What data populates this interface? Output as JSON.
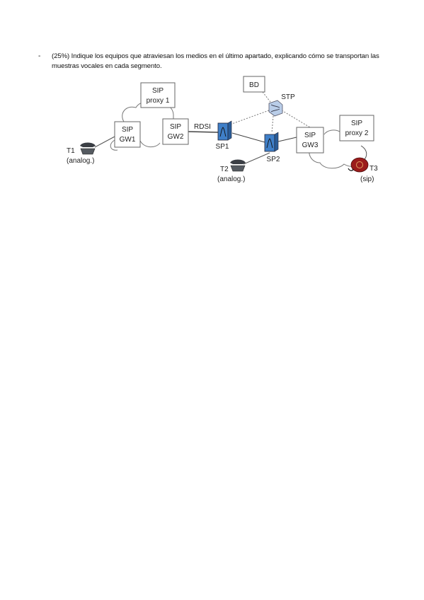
{
  "question": {
    "bullet": "-",
    "text": "(25%) Indique los equipos que atraviesan los medios en el último apartado, explicando cómo se transportan las muestras vocales en cada segmento."
  },
  "diagram": {
    "nodes": {
      "proxy1": [
        "SIP",
        "proxy 1"
      ],
      "gw1": [
        "SIP",
        "GW1"
      ],
      "gw2": [
        "SIP",
        "GW2"
      ],
      "bd": "BD",
      "stp": "STP",
      "rdsi": "RDSI",
      "sp1": "SP1",
      "sp2": "SP2",
      "gw3": [
        "SIP",
        "GW3"
      ],
      "proxy2": [
        "SIP",
        "proxy 2"
      ],
      "t1": [
        "T1",
        "(analog.)"
      ],
      "t2": [
        "T2",
        "(analog.)"
      ],
      "t3": [
        "T3",
        "(sip)"
      ]
    },
    "colors": {
      "switch_fill": "#3f7fc8",
      "stp_fill": "#b9cde8",
      "phone_sip": "#9b1c1c",
      "phone_analog": "#555a60"
    }
  }
}
